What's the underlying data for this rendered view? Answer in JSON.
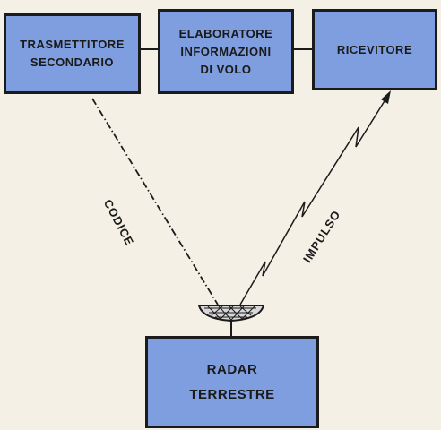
{
  "boxes": {
    "secondary_transmitter": "TRASMETTITORE\nSECONDARIO",
    "flight_processor": "ELABORATORE\nINFORMAZIONI\nDI VOLO",
    "receiver": "RICEVITORE",
    "ground_radar": "RADAR\nTERRESTRE"
  },
  "signals": {
    "code": "CODICE",
    "pulse": "IMPULSO"
  },
  "colors": {
    "box_fill": "#7f9ee0",
    "outline": "#1b1b1b",
    "background": "#f4f0e6"
  }
}
